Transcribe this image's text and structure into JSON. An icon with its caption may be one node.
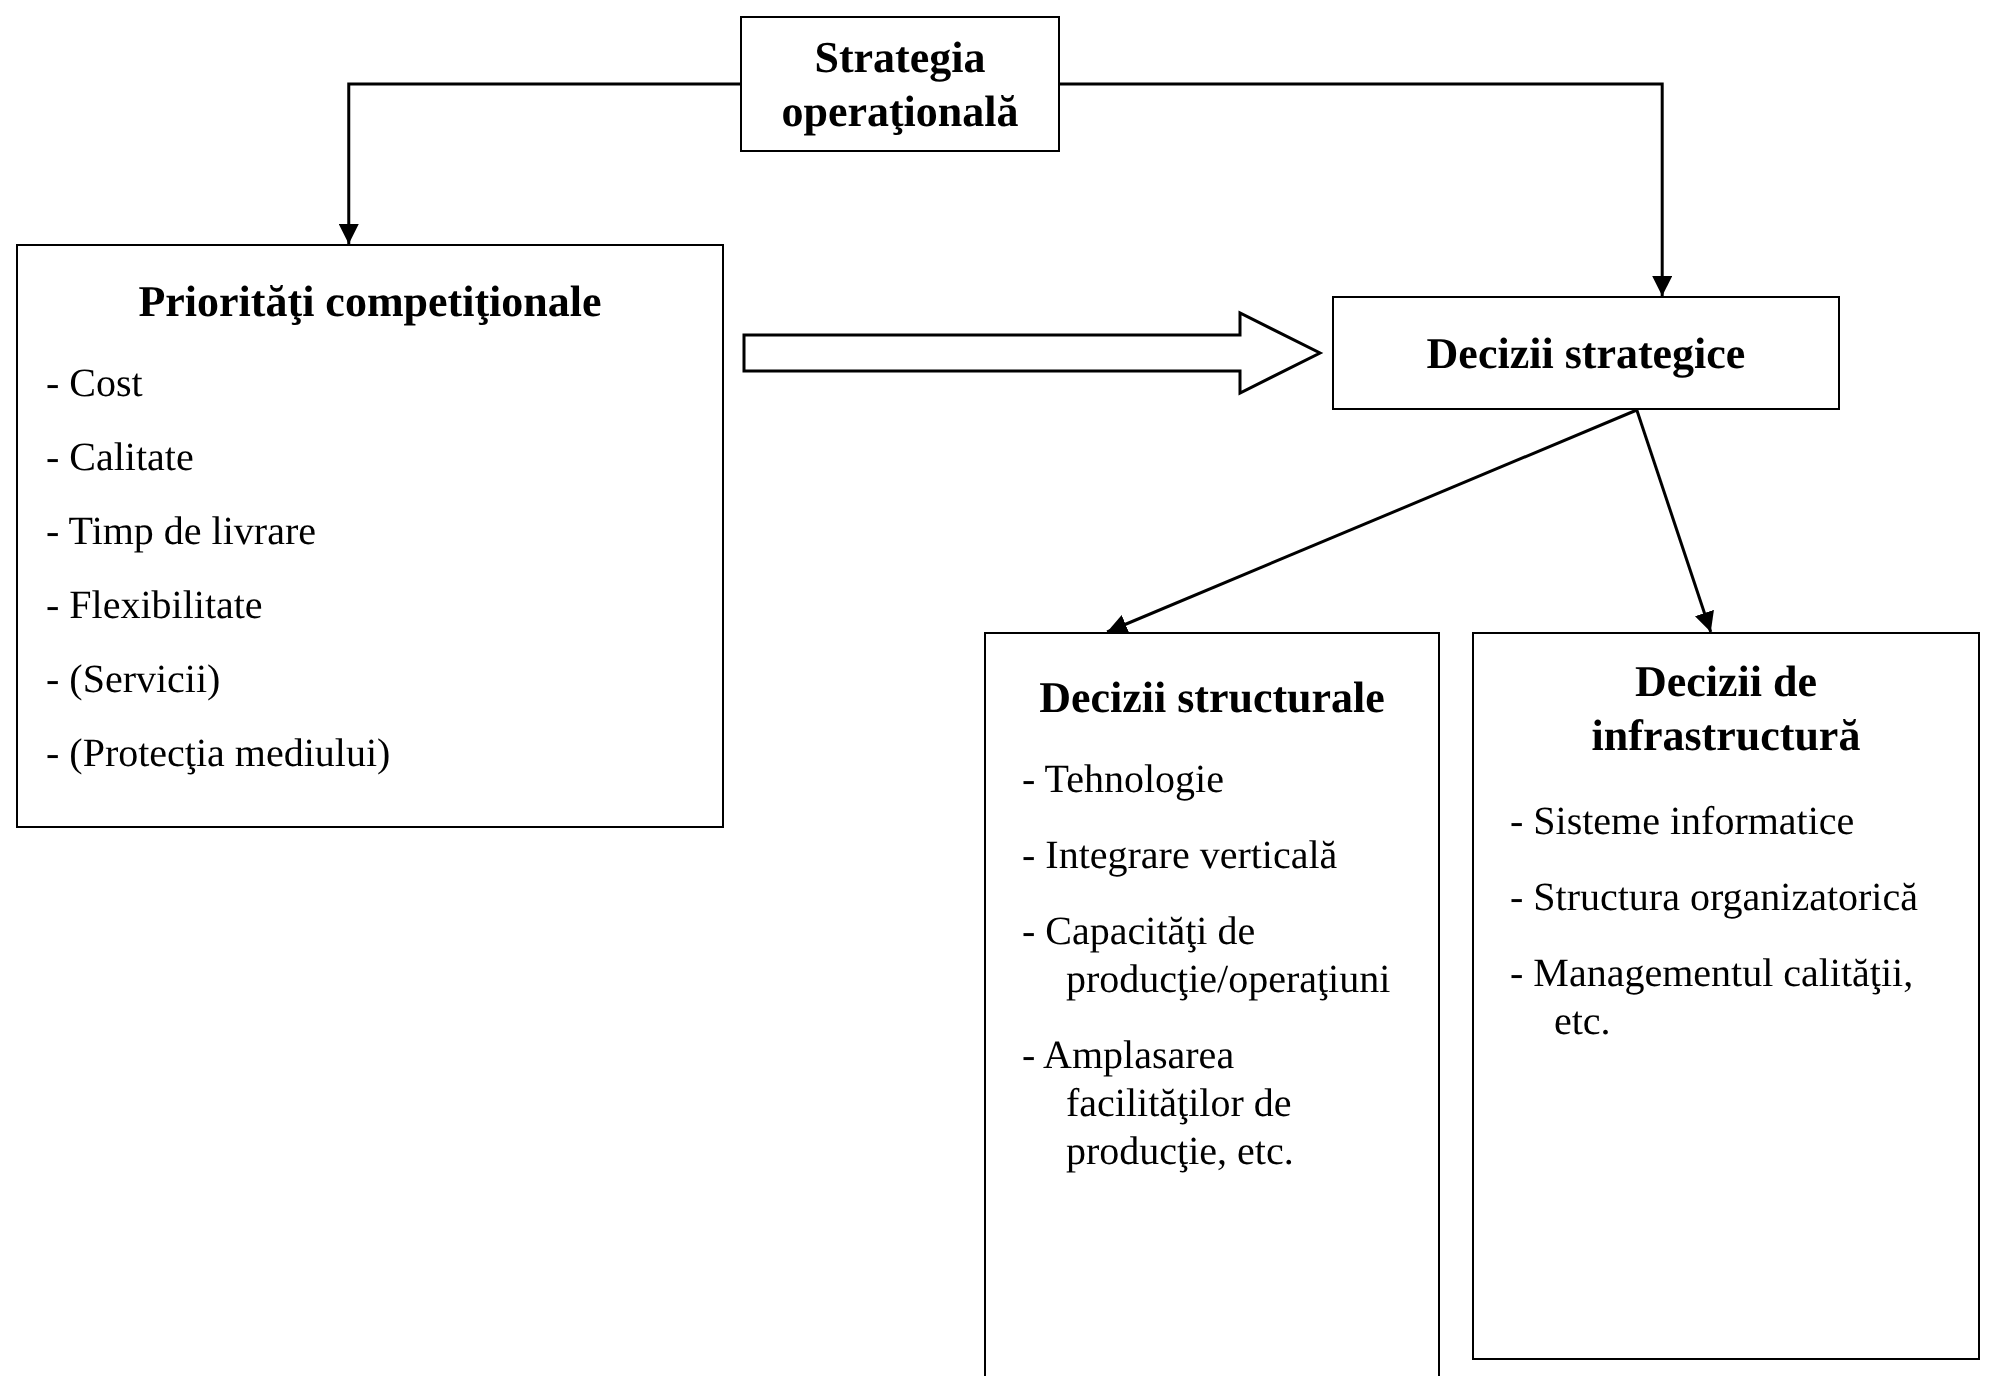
{
  "diagram": {
    "nodes": [
      {
        "text": [
          "Strategia operaţională"
        ]
      },
      {
        "text": [
          "Priorităţi competiţionale",
          "- Cost",
          "- Calitate",
          "- Timp de livrare",
          "- Flexibilitate",
          "- (Servicii)",
          "- (Protecţia mediului)"
        ]
      },
      {
        "text": [
          "Decizii strategice"
        ]
      },
      {
        "text": [
          "Decizii structurale",
          "- Tehnologie",
          "- Integrare verticală",
          "- Capacităţi de producţie/operaţiuni",
          "- Amplasarea facilităţilor de producţie, etc."
        ]
      },
      {
        "text": [
          "Decizii de infrastructură",
          "- Sisteme informatice",
          "- Structura organizatorică",
          "- Managementul calităţii, etc."
        ]
      }
    ],
    "edges": [
      {
        "from": 0,
        "to": 1,
        "arrow": "to"
      },
      {
        "from": 0,
        "to": 2,
        "arrow": "to"
      },
      {
        "from": 1,
        "to": 2,
        "arrow": "to",
        "style": "thick"
      },
      {
        "from": 2,
        "to": 3,
        "arrow": "to"
      },
      {
        "from": 2,
        "to": 4,
        "arrow": "to"
      }
    ]
  }
}
